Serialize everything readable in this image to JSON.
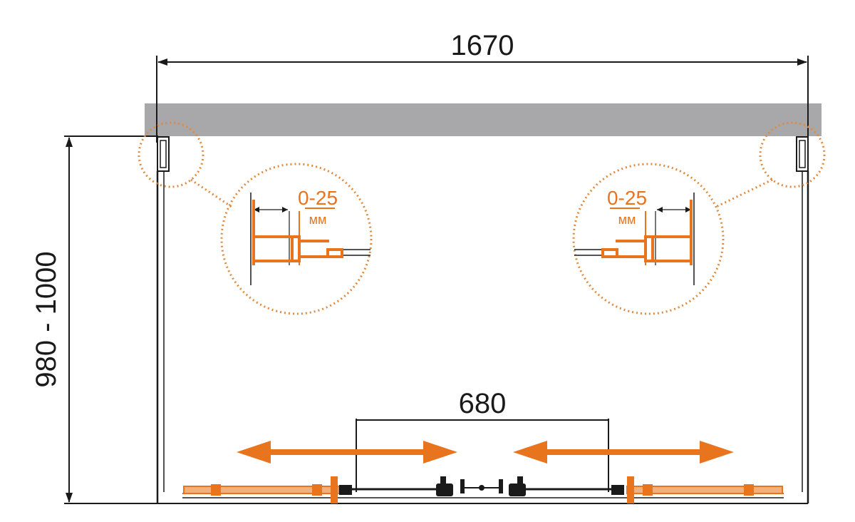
{
  "dimensions": {
    "total_width": "1670",
    "depth": "980 - 1000",
    "door_opening": "680"
  },
  "detail_callouts": {
    "left": {
      "range": "0-25",
      "unit": "мм"
    },
    "right": {
      "range": "0-25",
      "unit": "мм"
    }
  },
  "colors": {
    "accent": "#e8741e",
    "wall": "#a8a8aa",
    "line": "#1a1a1a"
  },
  "icons": {
    "sliding_arrow": "double-headed-arrow-icon"
  }
}
